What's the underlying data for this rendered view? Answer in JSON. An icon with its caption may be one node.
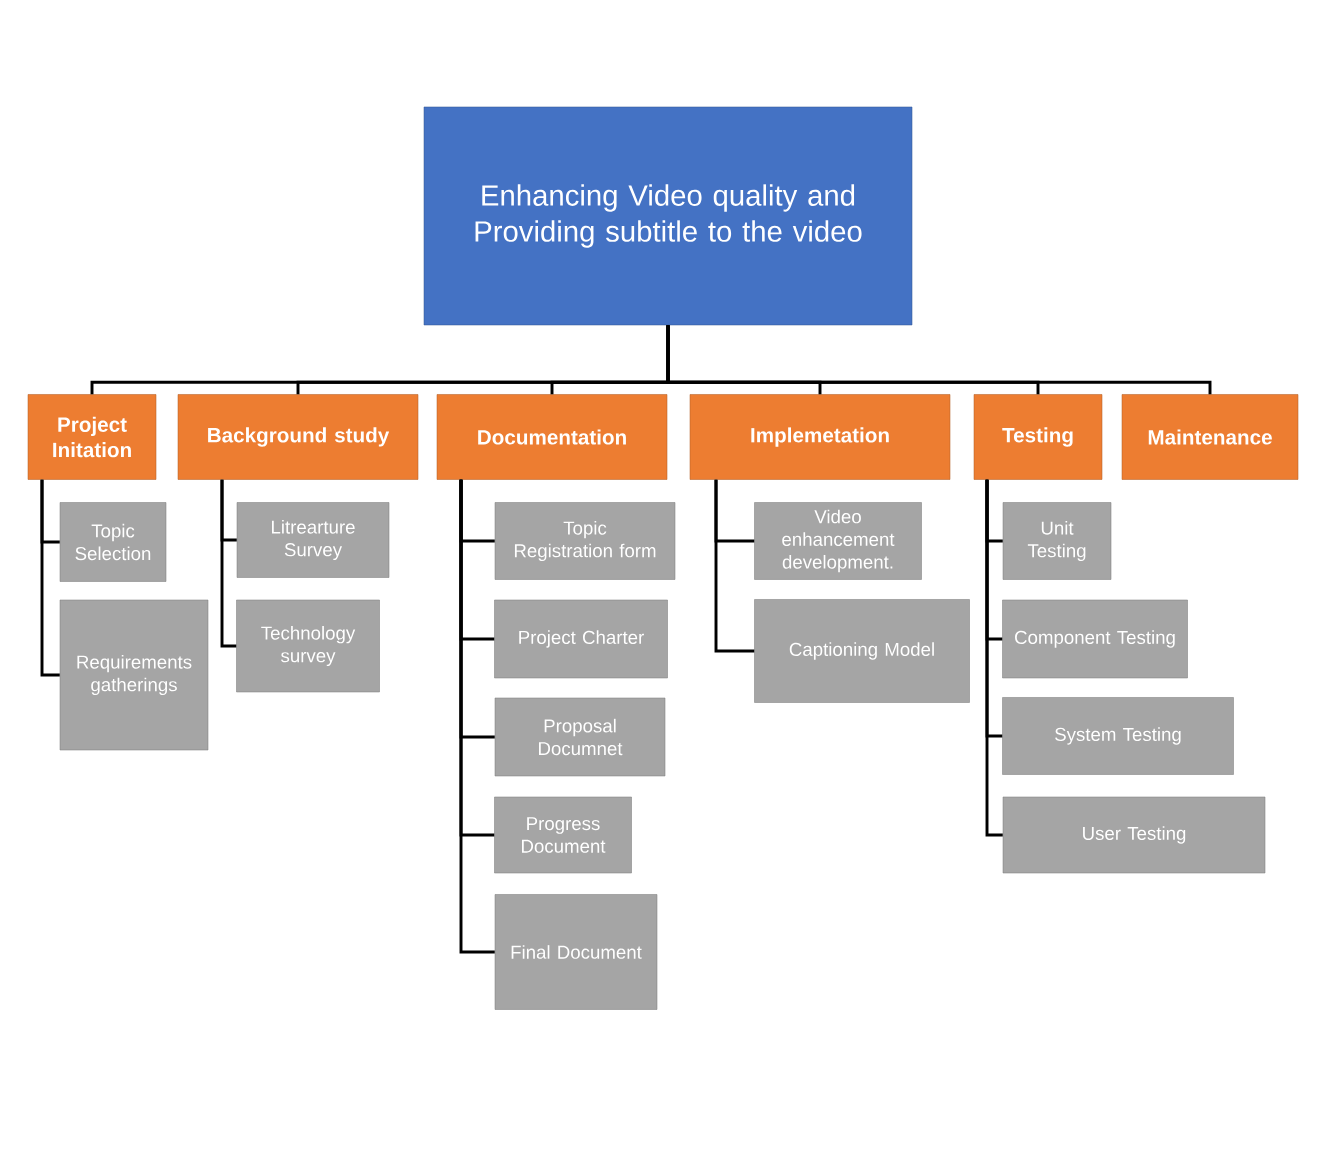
{
  "diagram": {
    "nodes": [
      {
        "text": [
          "Enhancing Video quality and Providing subtitle to the video"
        ]
      },
      {
        "text": [
          "Project Initation"
        ]
      },
      {
        "text": [
          "Background study"
        ]
      },
      {
        "text": [
          "Documentation"
        ]
      },
      {
        "text": [
          "Implemetation"
        ]
      },
      {
        "text": [
          "Testing"
        ]
      },
      {
        "text": [
          "Maintenance"
        ]
      },
      {
        "text": [
          "Topic Selection"
        ]
      },
      {
        "text": [
          "Requirements gatherings"
        ]
      },
      {
        "text": [
          "Litrearture Survey"
        ]
      },
      {
        "text": [
          "Technology survey"
        ]
      },
      {
        "text": [
          "Topic Registration form"
        ]
      },
      {
        "text": [
          "Project Charter"
        ]
      },
      {
        "text": [
          "Proposal Documnet"
        ]
      },
      {
        "text": [
          "Progress Document"
        ]
      },
      {
        "text": [
          "Final Document"
        ]
      },
      {
        "text": [
          "Video enhancement development."
        ]
      },
      {
        "text": [
          "Captioning Model"
        ]
      },
      {
        "text": [
          "Unit Testing"
        ]
      },
      {
        "text": [
          "Component Testing"
        ]
      },
      {
        "text": [
          "System Testing"
        ]
      },
      {
        "text": [
          "User Testing"
        ]
      }
    ],
    "edges": [
      {
        "from": 0,
        "to": 1,
        "arrow": "none"
      },
      {
        "from": 0,
        "to": 2,
        "arrow": "none"
      },
      {
        "from": 0,
        "to": 3,
        "arrow": "none"
      },
      {
        "from": 0,
        "to": 4,
        "arrow": "none"
      },
      {
        "from": 0,
        "to": 5,
        "arrow": "none"
      },
      {
        "from": 0,
        "to": 6,
        "arrow": "none"
      },
      {
        "from": 1,
        "to": 7,
        "arrow": "none"
      },
      {
        "from": 1,
        "to": 8,
        "arrow": "none"
      },
      {
        "from": 2,
        "to": 9,
        "arrow": "none"
      },
      {
        "from": 2,
        "to": 10,
        "arrow": "none"
      },
      {
        "from": 3,
        "to": 11,
        "arrow": "none"
      },
      {
        "from": 3,
        "to": 12,
        "arrow": "none"
      },
      {
        "from": 3,
        "to": 13,
        "arrow": "none"
      },
      {
        "from": 3,
        "to": 14,
        "arrow": "none"
      },
      {
        "from": 3,
        "to": 15,
        "arrow": "none"
      },
      {
        "from": 4,
        "to": 16,
        "arrow": "none"
      },
      {
        "from": 4,
        "to": 17,
        "arrow": "none"
      },
      {
        "from": 5,
        "to": 18,
        "arrow": "none"
      },
      {
        "from": 5,
        "to": 19,
        "arrow": "none"
      },
      {
        "from": 5,
        "to": 20,
        "arrow": "none"
      },
      {
        "from": 5,
        "to": 21,
        "arrow": "none"
      }
    ]
  }
}
